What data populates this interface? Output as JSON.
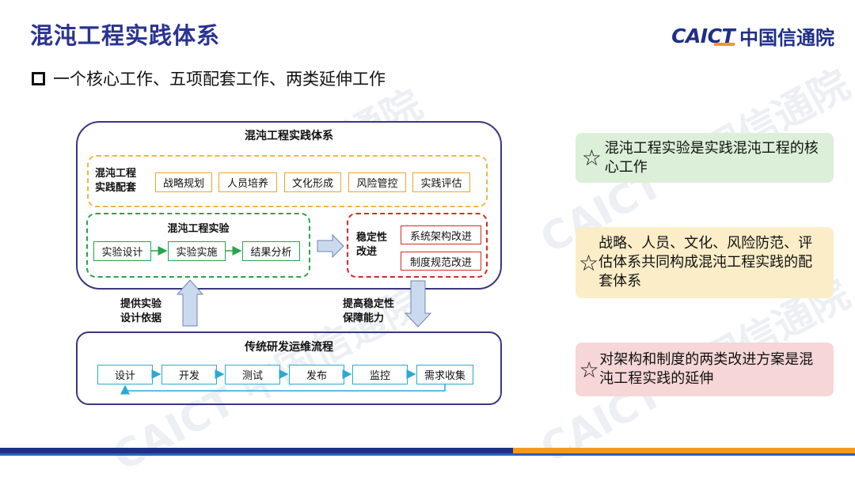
{
  "header": {
    "title": "混沌工程实践体系",
    "logo_en": "CAICT",
    "logo_cn": "中国信通院"
  },
  "subtitle": "一个核心工作、五项配套工作、两类延伸工作",
  "watermark": {
    "text": "CAICT 中国信通院"
  },
  "diagram": {
    "outer_title": "混沌工程实践体系",
    "support": {
      "label_line1": "混沌工程",
      "label_line2": "实践配套",
      "items": [
        "战略规划",
        "人员培养",
        "文化形成",
        "风险管控",
        "实践评估"
      ]
    },
    "experiment": {
      "title": "混沌工程实验",
      "items": [
        "实验设计",
        "实验实施",
        "结果分析"
      ]
    },
    "stability": {
      "label_line1": "稳定性",
      "label_line2": "改进",
      "items": [
        "系统架构改进",
        "制度规范改进"
      ]
    },
    "up_arrow_label": {
      "line1": "提供实验",
      "line2": "设计依据"
    },
    "down_arrow_label": {
      "line1": "提高稳定性",
      "line2": "保障能力"
    },
    "traditional": {
      "title": "传统研发运维流程",
      "items": [
        "设计",
        "开发",
        "测试",
        "发布",
        "监控",
        "需求收集"
      ]
    }
  },
  "cards": [
    {
      "icon": "star-icon",
      "text": "混沌工程实验是实践混沌工程的核心工作"
    },
    {
      "icon": "star-icon",
      "text": "战略、人员、文化、风险防范、评估体系共同构成混沌工程实践的配套体系"
    },
    {
      "icon": "star-icon",
      "text": "对架构和制度的两类改进方案是混沌工程实践的延伸"
    }
  ],
  "colors": {
    "title": "#2a3390",
    "support_border": "#f1b63b",
    "experiment_border": "#27a54c",
    "stability_border": "#d42a2a",
    "traditional_item_border": "#2aaad2",
    "card_green": "#dcefd9",
    "card_yellow": "#faedc8",
    "card_red": "#f6d6d6"
  }
}
